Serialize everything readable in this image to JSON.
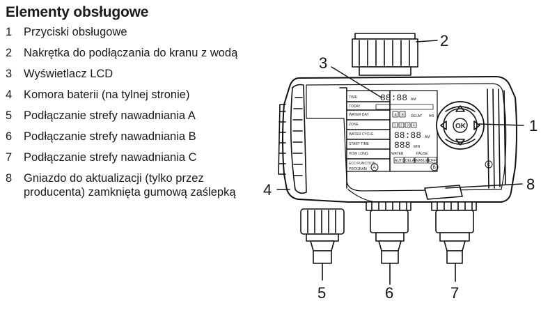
{
  "title": "Elementy obsługowe",
  "items": [
    {
      "num": "1",
      "text": "Przyciski obsługowe"
    },
    {
      "num": "2",
      "text": "Nakrętka do podłączania do kranu z wodą"
    },
    {
      "num": "3",
      "text": "Wyświetlacz LCD"
    },
    {
      "num": "4",
      "text": "Komora baterii (na tylnej stronie)"
    },
    {
      "num": "5",
      "text": "Podłączanie strefy nawadniania A"
    },
    {
      "num": "6",
      "text": "Podłączanie strefy nawadniania B"
    },
    {
      "num": "7",
      "text": "Podłączanie strefy nawadniania C"
    },
    {
      "num": "8",
      "text": "Gniazdo do aktualizacji (tylko przez producenta) zamknięta gumową zaślepką"
    }
  ],
  "callouts": {
    "c1": "1",
    "c2": "2",
    "c3": "3",
    "c4": "4",
    "c5": "5",
    "c6": "6",
    "c7": "7",
    "c8": "8"
  },
  "lcd": {
    "rows": [
      "TIME",
      "TODAY",
      "WATER DAY",
      "ZONE",
      "WATER CYCLE",
      "START TIME",
      "HOW LONG",
      "ECO FUNCTION",
      "PROGRAM"
    ],
    "time_digits": "88:88",
    "am": "AM",
    "start_digits": "88:88",
    "how_long_digits": "888",
    "min": "MIN",
    "delay": "DELAY",
    "hr": "HR",
    "water": "WATER",
    "pause": "PAUSE",
    "buttons": [
      "AUTO",
      "DELAY",
      "MANUAL",
      "OFF"
    ],
    "zones": [
      "A",
      "B"
    ],
    "cycles": [
      "1",
      "2",
      "3",
      "4"
    ],
    "ok": "OK"
  },
  "outlets": [
    "A",
    "B",
    "C"
  ]
}
